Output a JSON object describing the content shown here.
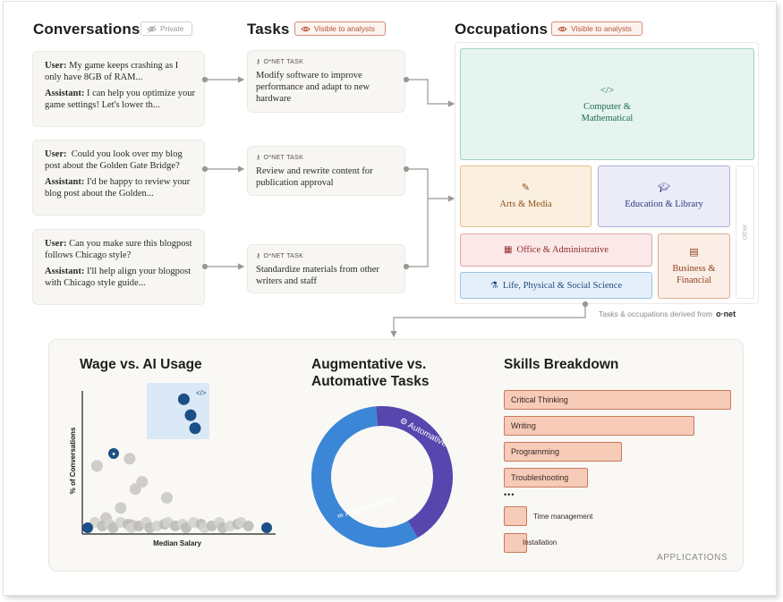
{
  "headers": {
    "conversations": "Conversations",
    "tasks": "Tasks",
    "occupations": "Occupations"
  },
  "badges": {
    "private": "Private",
    "visible_tasks": "Visible to analysts",
    "visible_occupations": "Visible to analysts"
  },
  "conversations": [
    {
      "user_label": "User:",
      "user_text": "My game keeps crashing as I only have 8GB of RAM...",
      "assistant_label": "Assistant:",
      "assistant_text": "I can help you optimize your game settings! Let's lower th..."
    },
    {
      "user_label": "User:",
      "user_text": "Could you look over my blog post about the Golden Gate Bridge?",
      "assistant_label": "Assistant:",
      "assistant_text": "I'd be happy to review your blog post about the Golden..."
    },
    {
      "user_label": "User:",
      "user_text": "Can you make sure this blogpost follows Chicago style?",
      "assistant_label": "Assistant:",
      "assistant_text": "I'll help align your blogpost with Chicago style guide..."
    }
  ],
  "tasks": [
    {
      "tag": "O*NET TASK",
      "text": "Modify software to improve performance and adapt to new hardware"
    },
    {
      "tag": "O*NET TASK",
      "text": "Review and rewrite content for publication approval"
    },
    {
      "tag": "O*NET TASK",
      "text": "Standardize materials from other writers and staff"
    }
  ],
  "occupations": {
    "computer": {
      "label": "Computer & Mathematical",
      "icon": "code-icon",
      "color": "#e6f4ef"
    },
    "arts": {
      "label": "Arts & Media",
      "icon": "brush-icon",
      "color": "#fbefe0"
    },
    "education": {
      "label": "Education & Library",
      "icon": "graduation-cap-icon",
      "color": "#ebecf8"
    },
    "office": {
      "label": "Office & Administrative",
      "icon": "building-icon",
      "color": "#fbe8e8"
    },
    "life": {
      "label": "Life, Physical & Social Science",
      "icon": "flask-icon",
      "color": "#e5eff9"
    },
    "business": {
      "label": "Business & Financial",
      "icon": "ledger-icon",
      "color": "#fbeee6"
    },
    "other": {
      "label": "Other"
    }
  },
  "footnote": {
    "text": "Tasks & occupations derived from",
    "brand": "o·net"
  },
  "applications": {
    "label": "APPLICATIONS",
    "wage": {
      "title": "Wage vs. AI Usage",
      "ylabel": "% of Conversations",
      "xlabel": "Median Salary"
    },
    "aug": {
      "title": "Augmentative vs. Automative Tasks",
      "automative": "Automative",
      "augmentative": "Augmentative"
    },
    "skills": {
      "title": "Skills Breakdown",
      "bars": [
        {
          "label": "Critical Thinking",
          "value": 1.0
        },
        {
          "label": "Writing",
          "value": 0.84
        },
        {
          "label": "Programming",
          "value": 0.52
        },
        {
          "label": "Troubleshooting",
          "value": 0.37
        }
      ],
      "ellipsis": "•••",
      "small": [
        {
          "label": "Time management"
        },
        {
          "label": "Installation"
        }
      ]
    }
  },
  "chart_data": [
    {
      "type": "scatter",
      "title": "Wage vs. AI Usage",
      "xlabel": "Median Salary",
      "ylabel": "% of Conversations",
      "series": [
        {
          "values": [
            [
              0.9,
              0.93
            ],
            [
              0.96,
              0.82
            ],
            [
              1.0,
              0.73
            ]
          ],
          "color": "#1b4f86"
        },
        {
          "values": [
            [
              0.13,
              0.47
            ],
            [
              0.53,
              0.36
            ],
            [
              0.42,
              0.52
            ],
            [
              0.47,
              0.31
            ],
            [
              0.34,
              0.18
            ],
            [
              0.75,
              0.25
            ],
            [
              0.21,
              0.11
            ],
            [
              0.44,
              0.06
            ]
          ],
          "color": "#cfcdc9"
        }
      ]
    },
    {
      "type": "pie",
      "title": "Augmentative vs. Automative Tasks",
      "categories": [
        "Augmentative",
        "Automative"
      ],
      "values": [
        57,
        43
      ],
      "colors": [
        "#3b86d6",
        "#5646ad"
      ]
    },
    {
      "type": "bar",
      "title": "Skills Breakdown",
      "categories": [
        "Critical Thinking",
        "Writing",
        "Programming",
        "Troubleshooting",
        "Time management",
        "Installation"
      ],
      "values": [
        1.0,
        0.84,
        0.52,
        0.37,
        0.1,
        0.06
      ]
    }
  ]
}
